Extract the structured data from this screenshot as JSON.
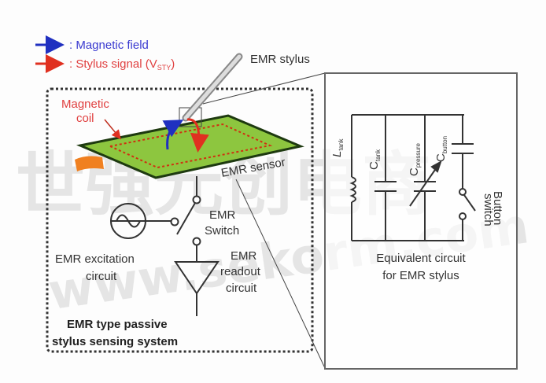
{
  "legend": {
    "magnetic_field": ": Magnetic field",
    "stylus_signal": ": Stylus signal (V",
    "stylus_signal_sub": "STY",
    "stylus_signal_end": ")",
    "magnetic_color": "#2030c0",
    "signal_color": "#e03020"
  },
  "labels": {
    "emr_stylus": "EMR stylus",
    "magnetic_coil_1": "Magnetic",
    "magnetic_coil_2": "coil",
    "emr_sensor": "EMR sensor",
    "emr_switch_1": "EMR",
    "emr_switch_2": "Switch",
    "excitation_1": "EMR excitation",
    "excitation_2": "circuit",
    "readout_1": "EMR",
    "readout_2": "readout",
    "readout_3": "circuit",
    "system_1": "EMR type passive",
    "system_2": "stylus sensing system"
  },
  "circuit": {
    "l_tank": "L",
    "l_tank_sub": "tank",
    "c_tank": "C",
    "c_tank_sub": "tank",
    "c_pressure": "C",
    "c_pressure_sub": "pressure",
    "c_button": "C",
    "c_button_sub": "button",
    "button_switch_1": "Button",
    "button_switch_2": "switch",
    "caption_1": "Equivalent circuit",
    "caption_2": "for EMR stylus"
  },
  "watermark": {
    "cn": "世强元创电商",
    "url": "www.sekorm.com"
  },
  "colors": {
    "sensor_green": "#8dc63f",
    "tab_orange": "#f08020"
  }
}
